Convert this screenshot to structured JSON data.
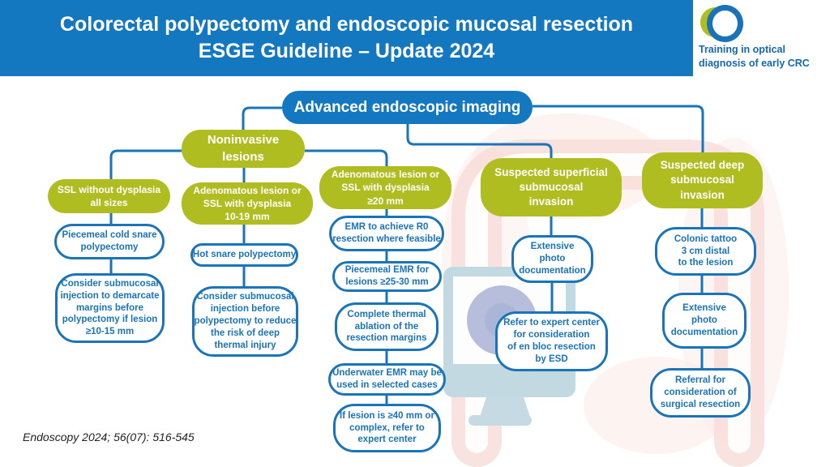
{
  "header": {
    "title_line1": "Colorectal polypectomy and endoscopic mucosal resection",
    "title_line2": "ESGE Guideline – Update 2024"
  },
  "logo": {
    "line1": "Training in optical",
    "line2": "diagnosis of early CRC"
  },
  "citation": "Endoscopy 2024; 56(07): 516-545",
  "colors": {
    "primary_blue": "#1478c0",
    "olive_green": "#b0bd20",
    "box_border_blue": "#1a74ba",
    "colon_pink": "#f8dcd9",
    "monitor_blue_gray": "#c2d9e1",
    "lens_periwinkle": "#b6bedc"
  },
  "flowchart": {
    "root": {
      "label": "Advanced endoscopic imaging"
    },
    "branches": {
      "noninvasive": {
        "header": "Noninvasive\nlesions"
      },
      "col_ssl": {
        "header": "SSL without dysplasia\nall sizes",
        "steps": [
          "Piecemeal cold snare\npolypectomy",
          "Consider submucosal\ninjection to demarcate\nmargins before\npolypectomy if lesion\n≥10-15 mm"
        ]
      },
      "col_adeno_10_19": {
        "header": "Adenomatous lesion or\nSSL with dysplasia\n10-19 mm",
        "steps": [
          "Hot snare polypectomy",
          "Consider submucosal\ninjection before\npolypectomy to reduce\nthe risk of deep\nthermal injury"
        ]
      },
      "col_adeno_20": {
        "header": "Adenomatous lesion or\nSSL with dysplasia\n≥20 mm",
        "steps": [
          "EMR to achieve R0\nresection where feasible",
          "Piecemeal EMR for\nlesions ≥25-30 mm",
          "Complete thermal\nablation of the\nresection margins",
          "Underwater EMR may be\nused in selected cases",
          "If lesion is ≥40 mm or\ncomplex, refer to\nexpert center"
        ]
      },
      "col_superficial": {
        "header": "Suspected superficial\nsubmucosal\ninvasion",
        "steps": [
          "Extensive\nphoto\ndocumentation",
          "Refer to expert center\nfor consideration\nof en bloc resection\nby ESD"
        ]
      },
      "col_deep": {
        "header": "Suspected deep\nsubmucosal\ninvasion",
        "steps": [
          "Colonic tattoo\n3 cm distal\nto the lesion",
          "Extensive\nphoto\ndocumentation",
          "Referral for\nconsideration of\nsurgical resection"
        ]
      }
    }
  }
}
